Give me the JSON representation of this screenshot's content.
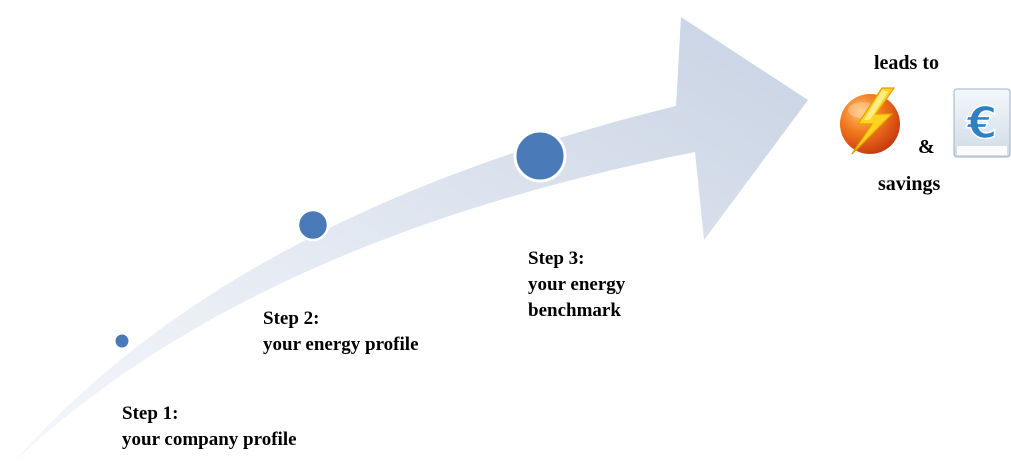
{
  "steps": [
    {
      "title": "Step 1:",
      "lines": [
        "your company profile"
      ]
    },
    {
      "title": "Step 2:",
      "lines": [
        "your energy profile"
      ]
    },
    {
      "title": "Step 3:",
      "lines": [
        "your energy",
        "benchmark"
      ]
    }
  ],
  "outcome": {
    "leads_to": "leads to",
    "ampersand": "&",
    "savings": "savings"
  },
  "icons": {
    "energy": "lightning-icon",
    "money": "euro-icon"
  },
  "colors": {
    "arrow_light": "#f4f6fa",
    "arrow_mid": "#dde4ef",
    "arrow_dark": "#c9d3e3",
    "dot_fill": "#4a79b7",
    "dot_stroke": "#ffffff",
    "lightning_orange": "#ef6a1a",
    "lightning_yellow": "#ffd21f",
    "euro_blue": "#2f7fc1"
  }
}
